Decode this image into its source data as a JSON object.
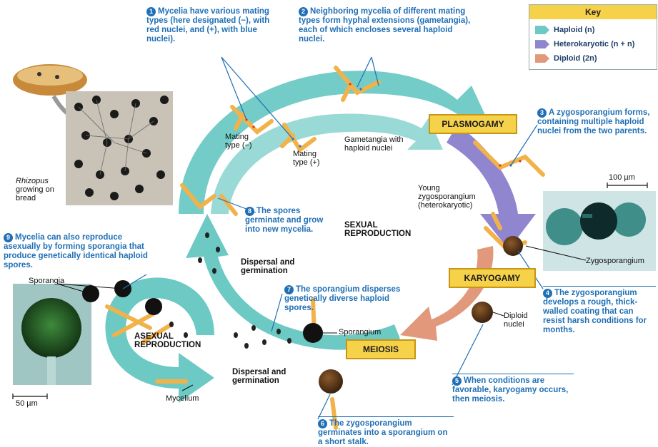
{
  "key": {
    "title": "Key",
    "items": [
      {
        "label": "Haploid (n)",
        "color": "#6cc9c4"
      },
      {
        "label": "Heterokaryotic (n + n)",
        "color": "#8f86cf"
      },
      {
        "label": "Diploid (2n)",
        "color": "#e2987a"
      }
    ]
  },
  "captions": {
    "c1": {
      "num": "1",
      "text": "Mycelia have various mating types (here designated (−), with red nuclei, and (+), with blue nuclei)."
    },
    "c2": {
      "num": "2",
      "text": "Neighboring mycelia of different mating types form hyphal extensions (gametangia), each of which encloses several haploid nuclei."
    },
    "c3": {
      "num": "3",
      "text": "A zygosporangium forms, containing multiple haploid nuclei from the two parents."
    },
    "c4": {
      "num": "4",
      "text": "The zygosporangium develops a rough, thick-walled coating that can resist harsh conditions for months."
    },
    "c5": {
      "num": "5",
      "text": "When conditions are favorable, karyogamy occurs, then meiosis."
    },
    "c6": {
      "num": "6",
      "text": "The zygosporangium germinates into a sporangium on a short stalk."
    },
    "c7": {
      "num": "7",
      "text": "The sporangium disperses genetically diverse haploid spores."
    },
    "c8": {
      "num": "8",
      "text": "The spores germinate and grow into new mycelia."
    },
    "c9": {
      "num": "9",
      "text": "Mycelia can also reproduce asexually by forming sporangia that produce genetically identical haploid spores."
    }
  },
  "stages": {
    "plasmogamy": "PLASMOGAMY",
    "karyogamy": "KARYOGAMY",
    "meiosis": "MEIOSIS"
  },
  "labels": {
    "mating_minus": "Mating type (−)",
    "mating_plus": "Mating type (+)",
    "gametangia": "Gametangia with haploid nuclei",
    "young_zygo": "Young zygosporangium (heterokaryotic)",
    "zygosporangium": "Zygosporangium",
    "diploid_nuclei": "Diploid nuclei",
    "sporangium": "Sporangium",
    "sporangia": "Sporangia",
    "mycelium": "Mycelium",
    "rhizopus_name": "Rhizopus",
    "rhizopus_rest": "growing on bread",
    "sexual": "SEXUAL REPRODUCTION",
    "asexual": "ASEXUAL REPRODUCTION",
    "dispersal_top": "Dispersal and germination",
    "dispersal_bottom": "Dispersal and germination"
  },
  "scales": {
    "s100": "100 µm",
    "s50": "50 µm"
  }
}
